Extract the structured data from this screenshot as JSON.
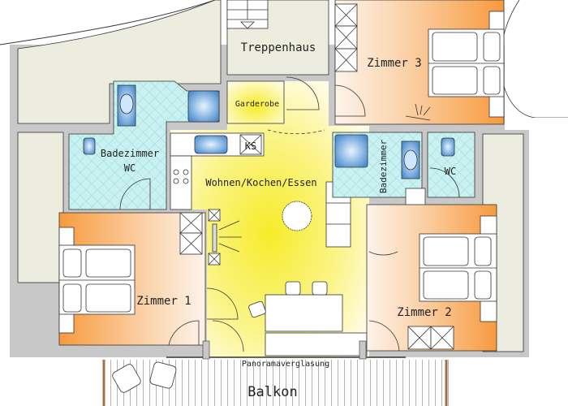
{
  "floorplan": {
    "rooms": {
      "stairwell": {
        "label": "Treppenhaus"
      },
      "wardrobe": {
        "label": "Garderobe"
      },
      "bathroom_left": {
        "label_line1": "Badezimmer",
        "label_line2": "WC"
      },
      "living": {
        "label": "Wohnen/Kochen/Essen"
      },
      "room3": {
        "label": "Zimmer 3"
      },
      "room1": {
        "label": "Zimmer 1"
      },
      "room2": {
        "label": "Zimmer 2"
      },
      "bathroom_right": {
        "label": "Badezimmer"
      },
      "wc_right": {
        "label": "WC"
      },
      "balcony": {
        "label": "Balkon"
      },
      "glazing": {
        "label": "Panoramaverglasung"
      }
    },
    "fixtures": {
      "fridge": {
        "label": "KS"
      }
    },
    "colors": {
      "wall": "#c8c8c8",
      "outline": "#333333",
      "exterior": "#ecedde",
      "living_yellow": "#f7ef3a",
      "living_light": "#fffbd8",
      "bedroom_orange": "#f7a04a",
      "bedroom_light": "#fdf0e4",
      "tile": "#c8f0f0",
      "shower_blue": "#6fa8dc",
      "balcony_line": "#999999"
    }
  }
}
